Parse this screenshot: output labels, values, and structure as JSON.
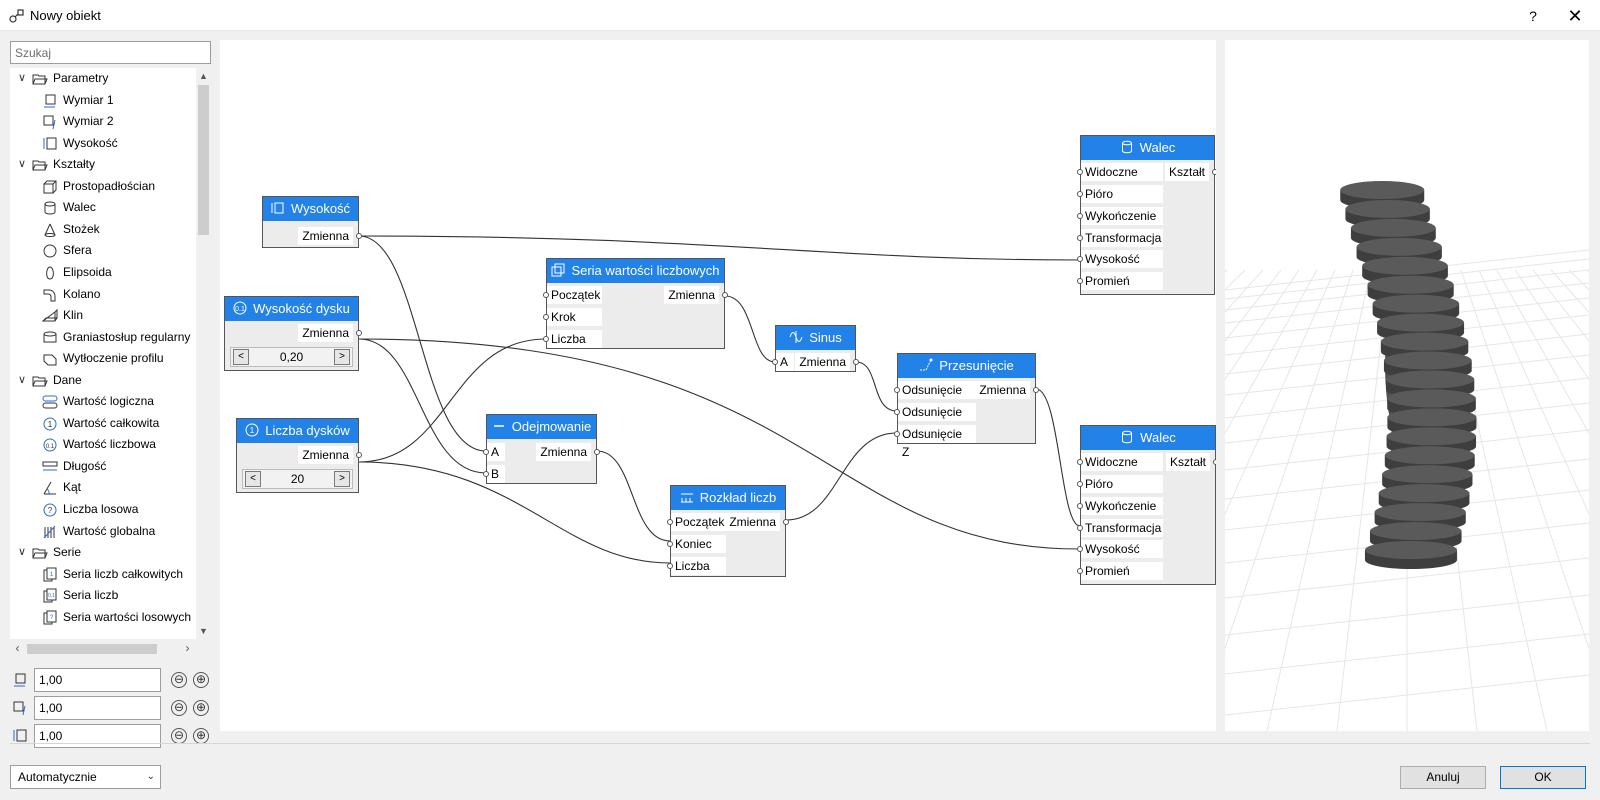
{
  "window": {
    "title": "Nowy obiekt",
    "help": "?",
    "close": "✕"
  },
  "sidebar": {
    "search_placeholder": "Szukaj",
    "tree": [
      {
        "type": "group",
        "label": "Parametry",
        "icon": "folder-open-icon"
      },
      {
        "type": "item",
        "label": "Wymiar 1",
        "icon": "dimension-1-icon"
      },
      {
        "type": "item",
        "label": "Wymiar 2",
        "icon": "dimension-2-icon"
      },
      {
        "type": "item",
        "label": "Wysokość",
        "icon": "height-icon"
      },
      {
        "type": "group",
        "label": "Kształty",
        "icon": "folder-open-icon"
      },
      {
        "type": "item",
        "label": "Prostopadłościan",
        "icon": "box-icon"
      },
      {
        "type": "item",
        "label": "Walec",
        "icon": "cylinder-icon"
      },
      {
        "type": "item",
        "label": "Stożek",
        "icon": "cone-icon"
      },
      {
        "type": "item",
        "label": "Sfera",
        "icon": "sphere-icon"
      },
      {
        "type": "item",
        "label": "Elipsoida",
        "icon": "ellipsoid-icon"
      },
      {
        "type": "item",
        "label": "Kolano",
        "icon": "elbow-icon"
      },
      {
        "type": "item",
        "label": "Klin",
        "icon": "wedge-icon"
      },
      {
        "type": "item",
        "label": "Graniastosłup regularny",
        "icon": "prism-icon"
      },
      {
        "type": "item",
        "label": "Wytłoczenie profilu",
        "icon": "extrusion-icon"
      },
      {
        "type": "group",
        "label": "Dane",
        "icon": "folder-open-icon"
      },
      {
        "type": "item",
        "label": "Wartość logiczna",
        "icon": "toggle-icon"
      },
      {
        "type": "item",
        "label": "Wartość całkowita",
        "icon": "integer-icon"
      },
      {
        "type": "item",
        "label": "Wartość liczbowa",
        "icon": "number-icon"
      },
      {
        "type": "item",
        "label": "Długość",
        "icon": "length-icon"
      },
      {
        "type": "item",
        "label": "Kąt",
        "icon": "angle-icon"
      },
      {
        "type": "item",
        "label": "Liczba losowa",
        "icon": "random-icon"
      },
      {
        "type": "item",
        "label": "Wartość globalna",
        "icon": "global-icon"
      },
      {
        "type": "group",
        "label": "Serie",
        "icon": "folder-open-icon"
      },
      {
        "type": "item",
        "label": "Seria liczb całkowitych",
        "icon": "integer-series-icon"
      },
      {
        "type": "item",
        "label": "Seria liczb",
        "icon": "number-series-icon"
      },
      {
        "type": "item",
        "label": "Seria wartości losowych",
        "icon": "random-series-icon"
      }
    ],
    "dimensions": [
      {
        "icon": "dimension-1-icon",
        "value": "1,00",
        "minus": "⊖",
        "plus": "⊕"
      },
      {
        "icon": "dimension-2-icon",
        "value": "1,00",
        "minus": "⊖",
        "plus": "⊕"
      },
      {
        "icon": "height-icon",
        "value": "1,00",
        "minus": "⊖",
        "plus": "⊕"
      }
    ]
  },
  "nodes": {
    "wysokosc": {
      "title": "Wysokość",
      "out": "Zmienna"
    },
    "wysokosc_dysku": {
      "title": "Wysokość dysku",
      "out": "Zmienna",
      "value": "0,20",
      "dec": "<",
      "inc": ">"
    },
    "liczba_dyskow": {
      "title": "Liczba dysków",
      "out": "Zmienna",
      "value": "20",
      "dec": "<",
      "inc": ">"
    },
    "seria": {
      "title": "Seria wartości liczbowych",
      "in": [
        "Początek",
        "Krok",
        "Liczba"
      ],
      "out": "Zmienna"
    },
    "odejmowanie": {
      "title": "Odejmowanie",
      "in": [
        "A",
        "B"
      ],
      "out": "Zmienna"
    },
    "sinus": {
      "title": "Sinus",
      "in": [
        "A"
      ],
      "out": "Zmienna"
    },
    "rozklad": {
      "title": "Rozkład liczb",
      "in": [
        "Początek",
        "Koniec",
        "Liczba"
      ],
      "out": "Zmienna"
    },
    "przesuniecie": {
      "title": "Przesunięcie",
      "in": [
        "Odsunięcie X",
        "Odsunięcie Y",
        "Odsunięcie Z"
      ],
      "out": "Zmienna"
    },
    "walec1": {
      "title": "Walec",
      "in": [
        "Widoczne",
        "Pióro",
        "Wykończenie",
        "Transformacja",
        "Wysokość",
        "Promień"
      ],
      "out": "Kształt"
    },
    "walec2": {
      "title": "Walec",
      "in": [
        "Widoczne",
        "Pióro",
        "Wykończenie",
        "Transformacja",
        "Wysokość",
        "Promień"
      ],
      "out": "Kształt"
    }
  },
  "footer": {
    "mode": "Automatycznie",
    "cancel": "Anuluj",
    "ok": "OK"
  },
  "colors": {
    "node_header": "#2382e8",
    "canvas": "#ffffff",
    "shape": "#5a5a5a"
  }
}
